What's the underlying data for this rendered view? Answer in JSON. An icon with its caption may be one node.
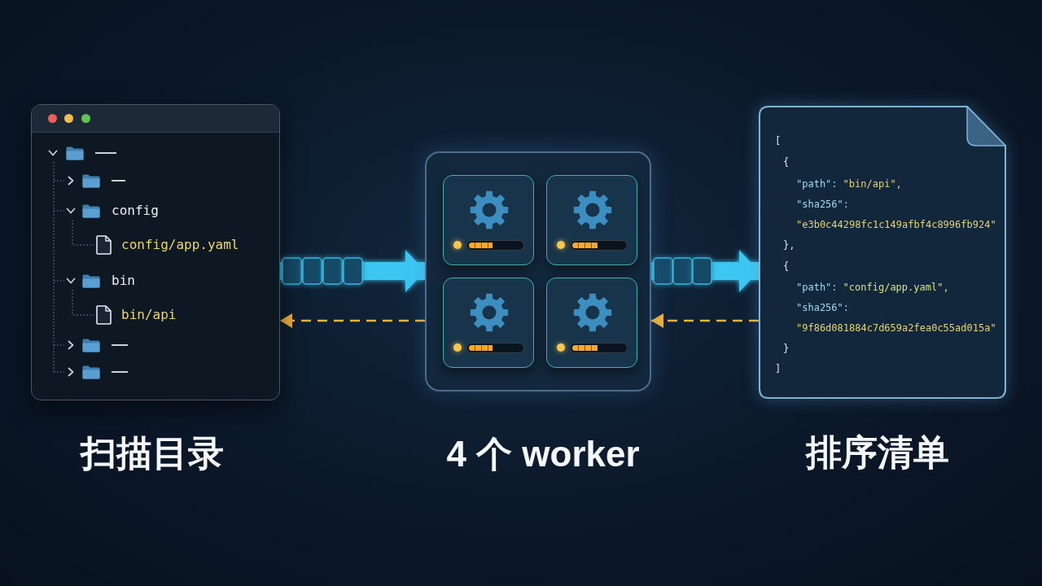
{
  "diagram": {
    "nodes": [
      {
        "text": [
          "扫描目录"
        ]
      },
      {
        "text": [
          "4 个 worker"
        ]
      },
      {
        "text": [],
        "shape": "box",
        "in": 1
      },
      {
        "text": [],
        "shape": "box",
        "in": 1
      },
      {
        "text": [],
        "shape": "box",
        "in": 1
      },
      {
        "text": [],
        "shape": "box",
        "in": 1
      },
      {
        "text": [
          "排序清单"
        ]
      }
    ],
    "edges": [
      {
        "from": 0,
        "to": 1,
        "arrow": "to",
        "style": "thick",
        "color": "#3cc6f2"
      },
      {
        "from": 1,
        "to": 0,
        "arrow": "to",
        "style": "dashed",
        "color": "#f2b138"
      },
      {
        "from": 1,
        "to": 6,
        "arrow": "to",
        "style": "thick",
        "color": "#3cc6f2"
      },
      {
        "from": 6,
        "to": 1,
        "arrow": "to",
        "style": "dashed",
        "color": "#f2b138"
      }
    ],
    "labels": [
      "config",
      "config/app.yaml",
      "bin",
      "bin/api",
      "[",
      "{",
      "\"path\":",
      "\"bin/api\",",
      "\"sha256\":",
      "\"e3b0c44298fc1c149afbf4c8996fb924\"",
      "},",
      "{",
      "\"path\":",
      "\"config/app.yaml\",",
      "\"sha256\":",
      "\"9f86d081884c7d659a2fea0c55ad015a\"",
      "}",
      "]"
    ]
  }
}
